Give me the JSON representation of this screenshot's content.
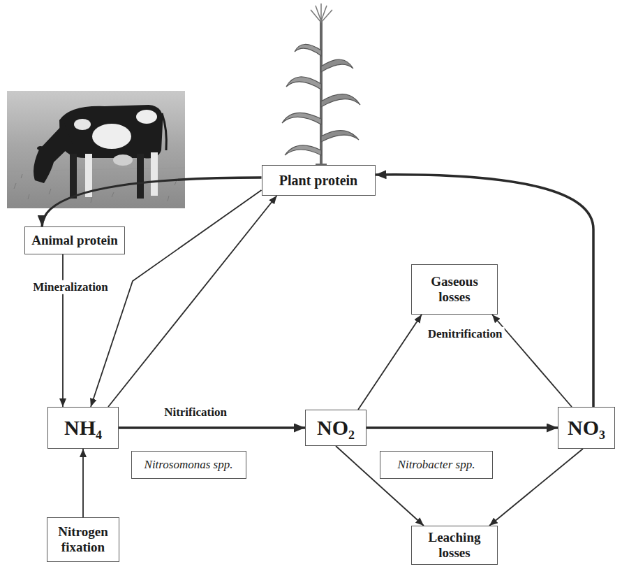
{
  "diagram": {
    "nodes": [
      {
        "text": [
          "Plant protein"
        ]
      },
      {
        "text": [
          "Animal protein"
        ]
      },
      {
        "text": [
          "Gaseous losses"
        ]
      },
      {
        "text": [
          "NH₄"
        ]
      },
      {
        "text": [
          "Nitrosomonas spp."
        ]
      },
      {
        "text": [
          "NO₂"
        ]
      },
      {
        "text": [
          "Nitrobacter spp."
        ]
      },
      {
        "text": [
          "NO₃"
        ]
      },
      {
        "text": [
          "Leaching losses"
        ]
      },
      {
        "text": [
          "Nitrogen fixation"
        ]
      }
    ],
    "edges": [
      {
        "from": 0,
        "to": 1,
        "arrow": "to"
      },
      {
        "from": 1,
        "to": 3,
        "arrow": "to",
        "label": "Mineralization"
      },
      {
        "from": 0,
        "to": 3,
        "arrow": "to"
      },
      {
        "from": 3,
        "to": 0,
        "arrow": "to"
      },
      {
        "from": 9,
        "to": 3,
        "arrow": "to"
      },
      {
        "from": 3,
        "to": 5,
        "arrow": "to"
      },
      {
        "from": 5,
        "to": 7,
        "arrow": "to"
      },
      {
        "from": 7,
        "to": 0,
        "arrow": "to"
      },
      {
        "from": 5,
        "to": 2,
        "arrow": "to"
      },
      {
        "from": 7,
        "to": 2,
        "arrow": "to"
      },
      {
        "from": 5,
        "to": 8,
        "arrow": "to"
      },
      {
        "from": 7,
        "to": 8,
        "arrow": "to"
      }
    ],
    "labels": [
      "Nitrification",
      "Denitrification"
    ]
  }
}
